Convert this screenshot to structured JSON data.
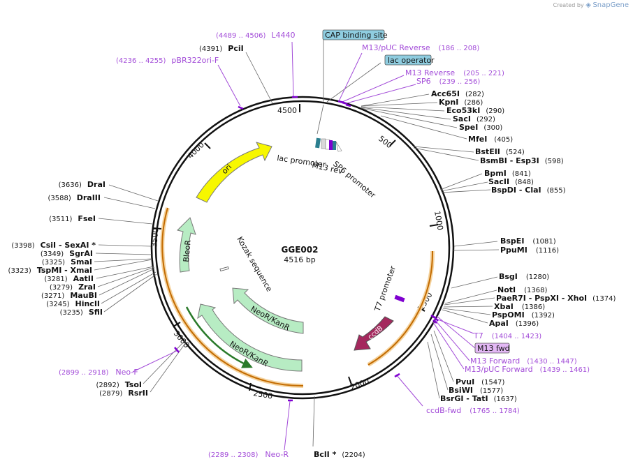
{
  "credit": {
    "prefix": "Created by",
    "brand": "SnapGene"
  },
  "plasmid": {
    "name": "GGE002",
    "size": "4516 bp"
  },
  "colors": {
    "purple": "#a24bd8",
    "orf": "#b7ecc3",
    "ori": "#fbfb00",
    "ccdB": "#a4285d",
    "primer": "#7f00d0",
    "feature_box": "#8fcde0"
  },
  "ticks": [
    "4500",
    "500",
    "1000",
    "1500",
    "2000",
    "2500",
    "3000",
    "3500",
    "4000"
  ],
  "sites_right": [
    {
      "name": "Acc65I",
      "pos": "(282)"
    },
    {
      "name": "KpnI",
      "pos": "(286)"
    },
    {
      "name": "Eco53kI",
      "pos": "(290)"
    },
    {
      "name": "SacI",
      "pos": "(292)"
    },
    {
      "name": "SpeI",
      "pos": "(300)"
    },
    {
      "name": "MfeI",
      "pos": "(405)"
    },
    {
      "name": "BstEII",
      "pos": "(524)"
    },
    {
      "name": "BsmBI - Esp3I",
      "pos": "(598)"
    },
    {
      "name": "BpmI",
      "pos": "(841)"
    },
    {
      "name": "SacII",
      "pos": "(848)"
    },
    {
      "name": "BspDI - ClaI",
      "pos": "(855)"
    },
    {
      "name": "BspEI",
      "pos": "(1081)"
    },
    {
      "name": "PpuMI",
      "pos": "(1116)"
    },
    {
      "name": "BsgI",
      "pos": "(1280)"
    },
    {
      "name": "NotI",
      "pos": "(1368)"
    },
    {
      "name": "PaeR7I - PspXI - XhoI",
      "pos": "(1374)"
    },
    {
      "name": "XbaI",
      "pos": "(1386)"
    },
    {
      "name": "PspOMI",
      "pos": "(1392)"
    },
    {
      "name": "ApaI",
      "pos": "(1396)"
    },
    {
      "name": "PvuI",
      "pos": "(1547)"
    },
    {
      "name": "BsiWI",
      "pos": "(1577)"
    },
    {
      "name": "BsrGI - TatI",
      "pos": "(1637)"
    }
  ],
  "sites_left": [
    {
      "name": "DraI",
      "pos": "(3636)"
    },
    {
      "name": "DraIII",
      "pos": "(3588)"
    },
    {
      "name": "FseI",
      "pos": "(3511)"
    },
    {
      "name": "CsiI - SexAI *",
      "pos": "(3398)"
    },
    {
      "name": "SgrAI",
      "pos": "(3349)"
    },
    {
      "name": "SmaI",
      "pos": "(3325)"
    },
    {
      "name": "TspMI - XmaI",
      "pos": "(3323)"
    },
    {
      "name": "AatII",
      "pos": "(3281)"
    },
    {
      "name": "ZraI",
      "pos": "(3279)"
    },
    {
      "name": "MauBI",
      "pos": "(3271)"
    },
    {
      "name": "HincII",
      "pos": "(3245)"
    },
    {
      "name": "SfiI",
      "pos": "(3235)"
    },
    {
      "name": "TsoI",
      "pos": "(2892)"
    },
    {
      "name": "RsrII",
      "pos": "(2879)"
    }
  ],
  "sites_top": [
    {
      "name": "PciI",
      "pos": "(4391)"
    }
  ],
  "sites_bottom": [
    {
      "name": "BclI *",
      "pos": "(2204)"
    }
  ],
  "primers": [
    {
      "name": "L4440",
      "range": "(4489 .. 4506)"
    },
    {
      "name": "pBR322ori-F",
      "range": "(4236 .. 4255)"
    },
    {
      "name": "M13/pUC Reverse",
      "range": "(186 .. 208)"
    },
    {
      "name": "M13 Reverse",
      "range": "(205 .. 221)"
    },
    {
      "name": "SP6",
      "range": "(239 .. 256)"
    },
    {
      "name": "T7",
      "range": "(1404 .. 1423)"
    },
    {
      "name": "M13 Forward",
      "range": "(1430 .. 1447)"
    },
    {
      "name": "M13/pUC Forward",
      "range": "(1439 .. 1461)"
    },
    {
      "name": "ccdB-fwd",
      "range": "(1765 .. 1784)"
    },
    {
      "name": "Neo-F",
      "range": "(2899 .. 2918)"
    },
    {
      "name": "Neo-R",
      "range": "(2289 .. 2308)"
    }
  ],
  "boxed_features": [
    {
      "name": "CAP binding site"
    },
    {
      "name": "lac operator"
    },
    {
      "name": "M13 fwd"
    }
  ],
  "features": [
    {
      "name": "ori"
    },
    {
      "name": "BleoR"
    },
    {
      "name": "NeoR/KanR"
    },
    {
      "name": "NeoR/KanR"
    },
    {
      "name": "ccdB"
    },
    {
      "name": "lac promoter"
    },
    {
      "name": "M13 rev"
    },
    {
      "name": "SP6 promoter"
    },
    {
      "name": "T7 promoter"
    },
    {
      "name": "Kozak sequence"
    }
  ]
}
